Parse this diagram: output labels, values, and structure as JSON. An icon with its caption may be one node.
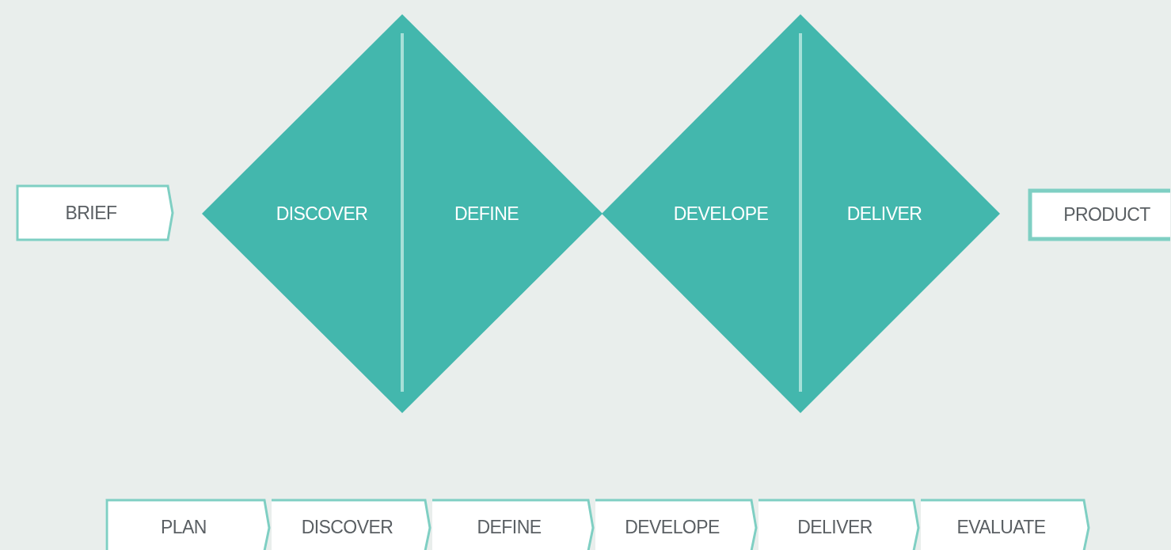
{
  "diagram": {
    "nodes": [
      {
        "text": [
          "BRIEF"
        ]
      },
      {
        "text": [
          "DISCOVER"
        ]
      },
      {
        "text": [
          "DEFINE"
        ]
      },
      {
        "text": [
          "DEVELOPE"
        ]
      },
      {
        "text": [
          "DELIVER"
        ]
      },
      {
        "text": [
          "PRODUCT"
        ]
      },
      {
        "text": [
          "PLAN"
        ]
      },
      {
        "text": [
          "DISCOVER"
        ]
      },
      {
        "text": [
          "DEFINE"
        ]
      },
      {
        "text": [
          "DEVELOPE"
        ]
      },
      {
        "text": [
          "DELIVER"
        ]
      },
      {
        "text": [
          "EVALUATE"
        ]
      }
    ]
  }
}
